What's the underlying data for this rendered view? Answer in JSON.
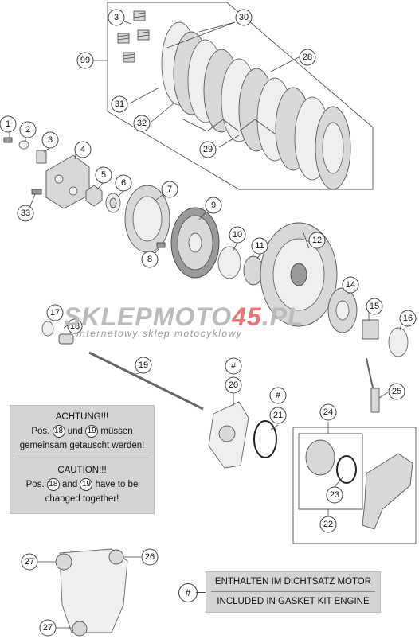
{
  "callouts": [
    {
      "id": "c1",
      "label": "1"
    },
    {
      "id": "c2",
      "label": "2"
    },
    {
      "id": "c3a",
      "label": "3"
    },
    {
      "id": "c3b",
      "label": "3"
    },
    {
      "id": "c4",
      "label": "4"
    },
    {
      "id": "c5",
      "label": "5"
    },
    {
      "id": "c6",
      "label": "6"
    },
    {
      "id": "c7",
      "label": "7"
    },
    {
      "id": "c8",
      "label": "8"
    },
    {
      "id": "c9",
      "label": "9"
    },
    {
      "id": "c10",
      "label": "10"
    },
    {
      "id": "c11",
      "label": "11"
    },
    {
      "id": "c12",
      "label": "12"
    },
    {
      "id": "c14",
      "label": "14"
    },
    {
      "id": "c15",
      "label": "15"
    },
    {
      "id": "c16",
      "label": "16"
    },
    {
      "id": "c17",
      "label": "17"
    },
    {
      "id": "c18",
      "label": "18"
    },
    {
      "id": "c19",
      "label": "19"
    },
    {
      "id": "c20h",
      "label": "#"
    },
    {
      "id": "c20",
      "label": "20"
    },
    {
      "id": "c21h",
      "label": "#"
    },
    {
      "id": "c21",
      "label": "21"
    },
    {
      "id": "c22",
      "label": "22"
    },
    {
      "id": "c23",
      "label": "23"
    },
    {
      "id": "c24",
      "label": "24"
    },
    {
      "id": "c25",
      "label": "25"
    },
    {
      "id": "c26",
      "label": "26"
    },
    {
      "id": "c27a",
      "label": "27"
    },
    {
      "id": "c27b",
      "label": "27"
    },
    {
      "id": "c28",
      "label": "28"
    },
    {
      "id": "c29",
      "label": "29"
    },
    {
      "id": "c30",
      "label": "30"
    },
    {
      "id": "c31",
      "label": "31"
    },
    {
      "id": "c32",
      "label": "32"
    },
    {
      "id": "c33",
      "label": "33"
    },
    {
      "id": "c99",
      "label": "99"
    }
  ],
  "note": {
    "de_title": "ACHTUNG!!!",
    "de_pos": "Pos.",
    "de_part_a": "18",
    "de_and": "und",
    "de_part_b": "19",
    "de_rest1": "müssen",
    "de_rest2": "gemeinsam getauscht werden!",
    "en_title": "CAUTION!!!",
    "en_pos": "Pos.",
    "en_part_a": "18",
    "en_and": "and",
    "en_part_b": "19",
    "en_rest1": "have to be",
    "en_rest2": "changed together!"
  },
  "gasket": {
    "symbol": "#",
    "de": "ENTHALTEN IM DICHTSATZ MOTOR",
    "en": "INCLUDED IN GASKET KIT ENGINE"
  },
  "watermark": {
    "logo_main": "SKLEPMOTO",
    "logo_accent": "45",
    "logo_end": ".PL",
    "subtitle": "internetowy sklep motocyklowy"
  }
}
